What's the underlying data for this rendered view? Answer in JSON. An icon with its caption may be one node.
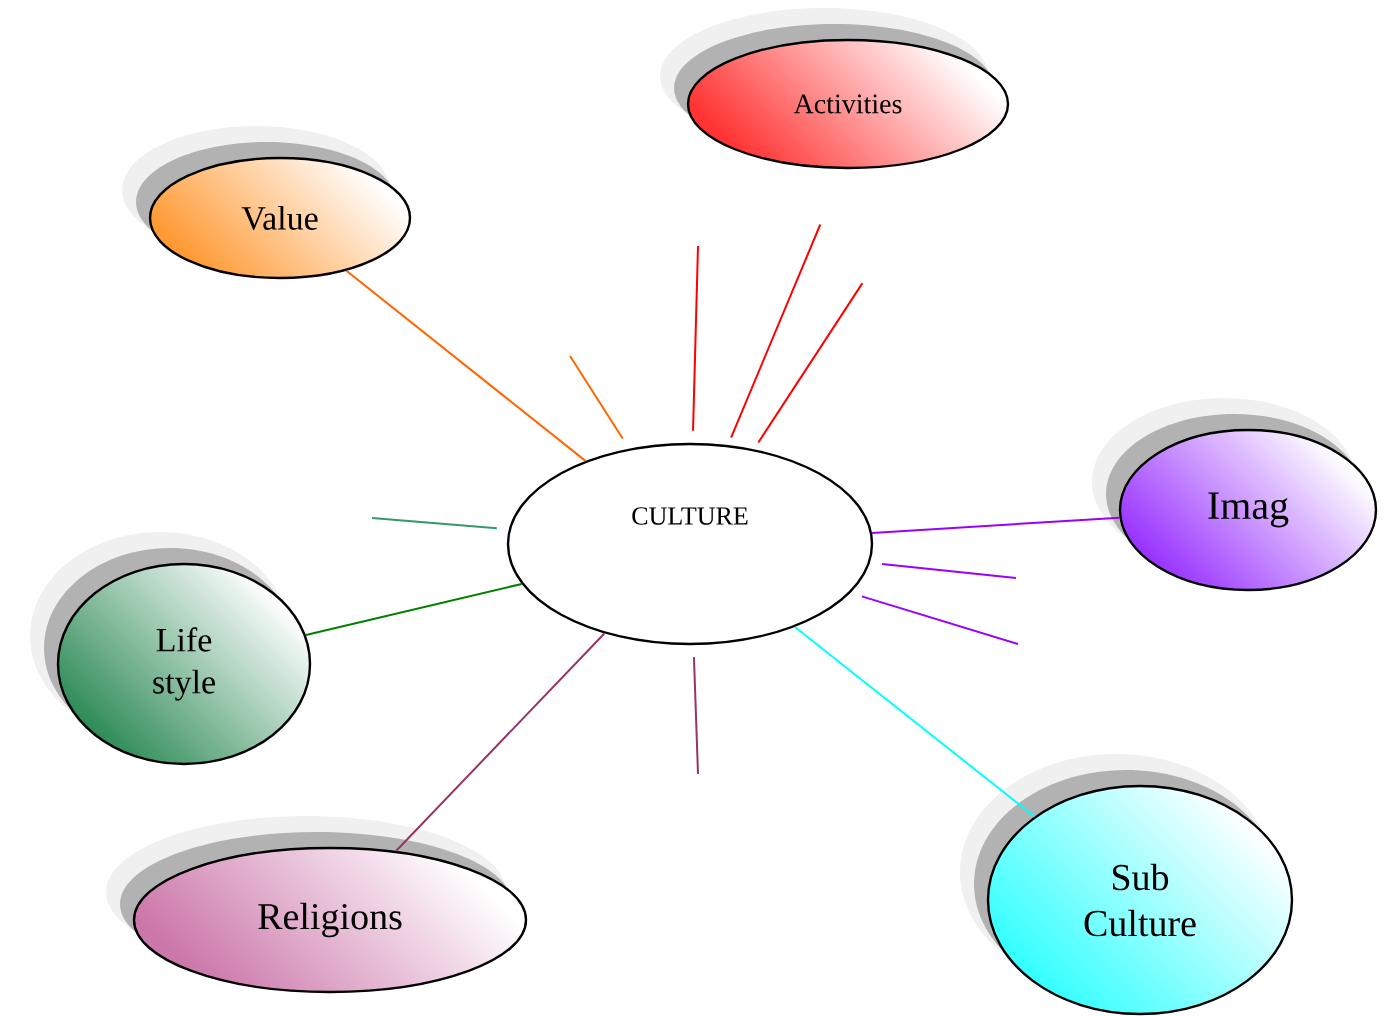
{
  "diagram": {
    "nodes": [
      {
        "text": [
          "CULTURE"
        ]
      },
      {
        "text": [
          "Activities"
        ]
      },
      {
        "text": [
          "Value"
        ]
      },
      {
        "text": [
          "Imag"
        ]
      },
      {
        "text": [
          "Life style"
        ]
      },
      {
        "text": [
          "Religions"
        ]
      },
      {
        "text": [
          "Sub Culture"
        ]
      }
    ],
    "edges": [
      {
        "from": 2,
        "to": 0,
        "arrow": "none",
        "color": "#ff6600"
      },
      {
        "from": 0,
        "to": null,
        "arrow": "none",
        "color": "#ff6600"
      },
      {
        "from": 0,
        "to": null,
        "arrow": "none",
        "color": "#ff0000"
      },
      {
        "from": 0,
        "to": 1,
        "arrow": "none",
        "color": "#ff0000"
      },
      {
        "from": 0,
        "to": 1,
        "arrow": "none",
        "color": "#ff0000"
      },
      {
        "from": 0,
        "to": null,
        "arrow": "none",
        "color": "#339966"
      },
      {
        "from": 4,
        "to": 0,
        "arrow": "none",
        "color": "#008000"
      },
      {
        "from": 0,
        "to": 3,
        "arrow": "none",
        "color": "#9900ff"
      },
      {
        "from": 0,
        "to": null,
        "arrow": "none",
        "color": "#9900ff"
      },
      {
        "from": 0,
        "to": null,
        "arrow": "none",
        "color": "#9900ff"
      },
      {
        "from": 0,
        "to": 6,
        "arrow": "none",
        "color": "#00ffff"
      },
      {
        "from": 5,
        "to": 0,
        "arrow": "none",
        "color": "#993366"
      },
      {
        "from": 0,
        "to": null,
        "arrow": "none",
        "color": "#993366"
      }
    ]
  }
}
